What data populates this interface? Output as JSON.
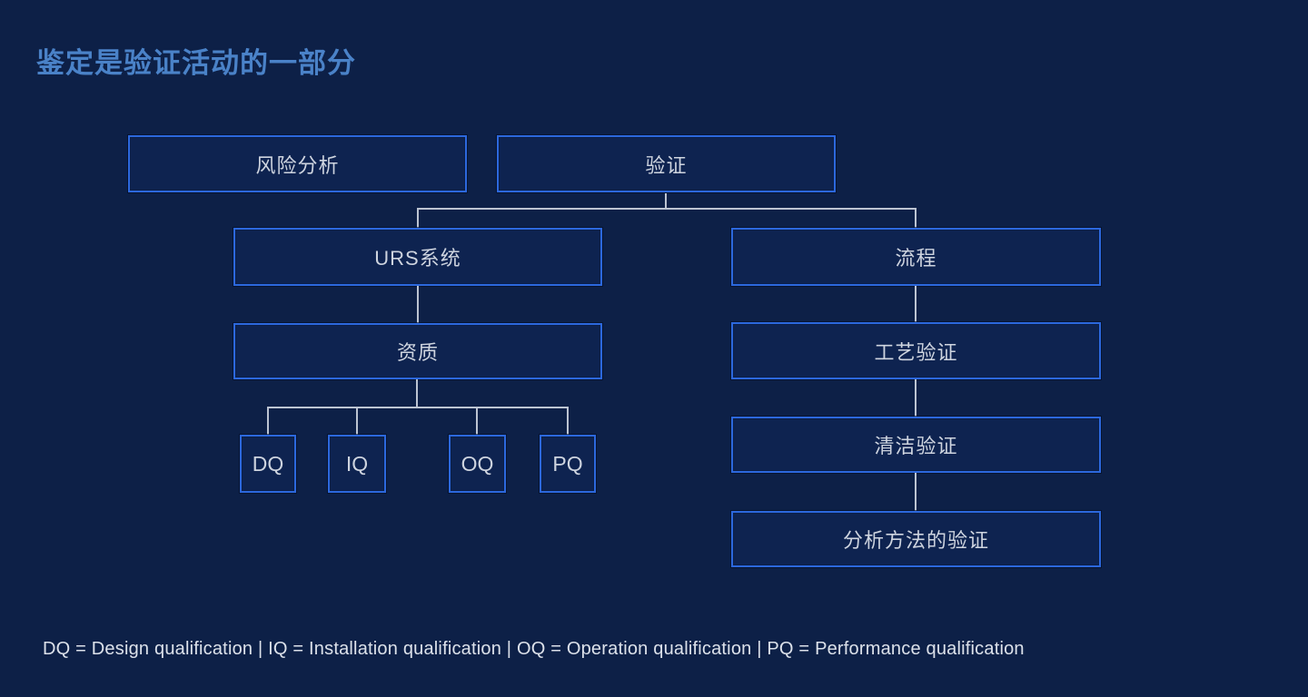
{
  "title": "鉴定是验证活动的一部分",
  "colors": {
    "background": "#0d2047",
    "box_border": "#2c68dd",
    "box_fill": "#0e2350",
    "connector_line": "#bcc4d2",
    "title_text": "#4a82c8",
    "box_text": "#ced4df",
    "legend_text": "#dce1ea"
  },
  "diagram": {
    "nodes": {
      "risk_analysis": {
        "label": "风险分析"
      },
      "validation": {
        "label": "验证"
      },
      "urs_system": {
        "label": "URS系统"
      },
      "process": {
        "label": "流程"
      },
      "qualification": {
        "label": "资质"
      },
      "dq": {
        "label": "DQ"
      },
      "iq": {
        "label": "IQ"
      },
      "oq": {
        "label": "OQ"
      },
      "pq": {
        "label": "PQ"
      },
      "process_validation": {
        "label": "工艺验证"
      },
      "cleaning_validation": {
        "label": "清洁验证"
      },
      "analytical_method_validation": {
        "label": "分析方法的验证"
      }
    },
    "edges": [
      {
        "from": "验证",
        "to": "URS系统"
      },
      {
        "from": "验证",
        "to": "流程"
      },
      {
        "from": "URS系统",
        "to": "资质"
      },
      {
        "from": "资质",
        "to": "DQ"
      },
      {
        "from": "资质",
        "to": "IQ"
      },
      {
        "from": "资质",
        "to": "OQ"
      },
      {
        "from": "资质",
        "to": "PQ"
      },
      {
        "from": "流程",
        "to": "工艺验证"
      },
      {
        "from": "工艺验证",
        "to": "清洁验证"
      },
      {
        "from": "清洁验证",
        "to": "分析方法的验证"
      }
    ]
  },
  "legend": "DQ = Design qualification | IQ = Installation qualification | OQ = Operation qualification | PQ = Performance qualification"
}
